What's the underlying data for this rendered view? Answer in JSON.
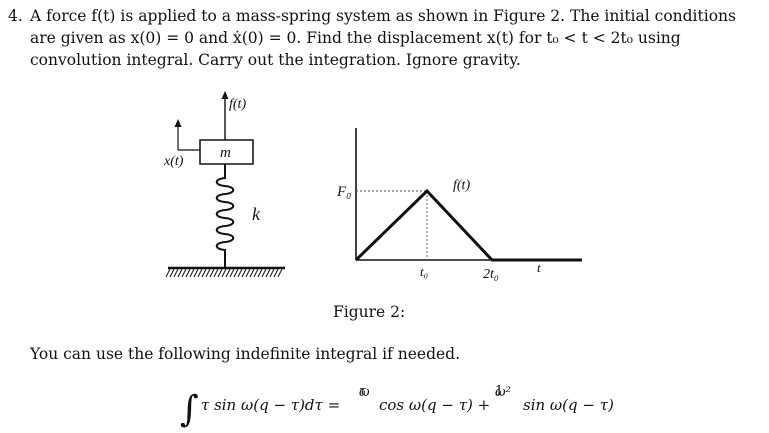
{
  "problem": {
    "number": "4.",
    "line1": "A force f(t) is applied to a mass-spring system as shown in Figure 2. The initial conditions",
    "line2": "are given as x(0) = 0 and ẋ(0) = 0.  Find the displacement x(t) for t₀ < t < 2t₀ using",
    "line3": "convolution integral. Carry out the integration. Ignore gravity."
  },
  "figure": {
    "force_label": "f(t)",
    "mass_label": "m",
    "displacement_label": "x(t)",
    "spring_label": "k",
    "plot": {
      "peak_label": "F₀",
      "curve_label": "f(t)",
      "tick_t0": "t₀",
      "tick_2t0": "2t₀",
      "axis_label": "t"
    },
    "caption": "Figure 2:"
  },
  "hint": "You can use the following indefinite integral if needed.",
  "equation": {
    "integral_sign": "∫",
    "integrand": "τ sin ω(q − τ)dτ =",
    "frac1_num": "τ",
    "frac1_den": "ω",
    "term1": "cos ω(q − τ) +",
    "frac2_num": "1",
    "frac2_den": "ω²",
    "term2": "sin ω(q − τ)"
  }
}
